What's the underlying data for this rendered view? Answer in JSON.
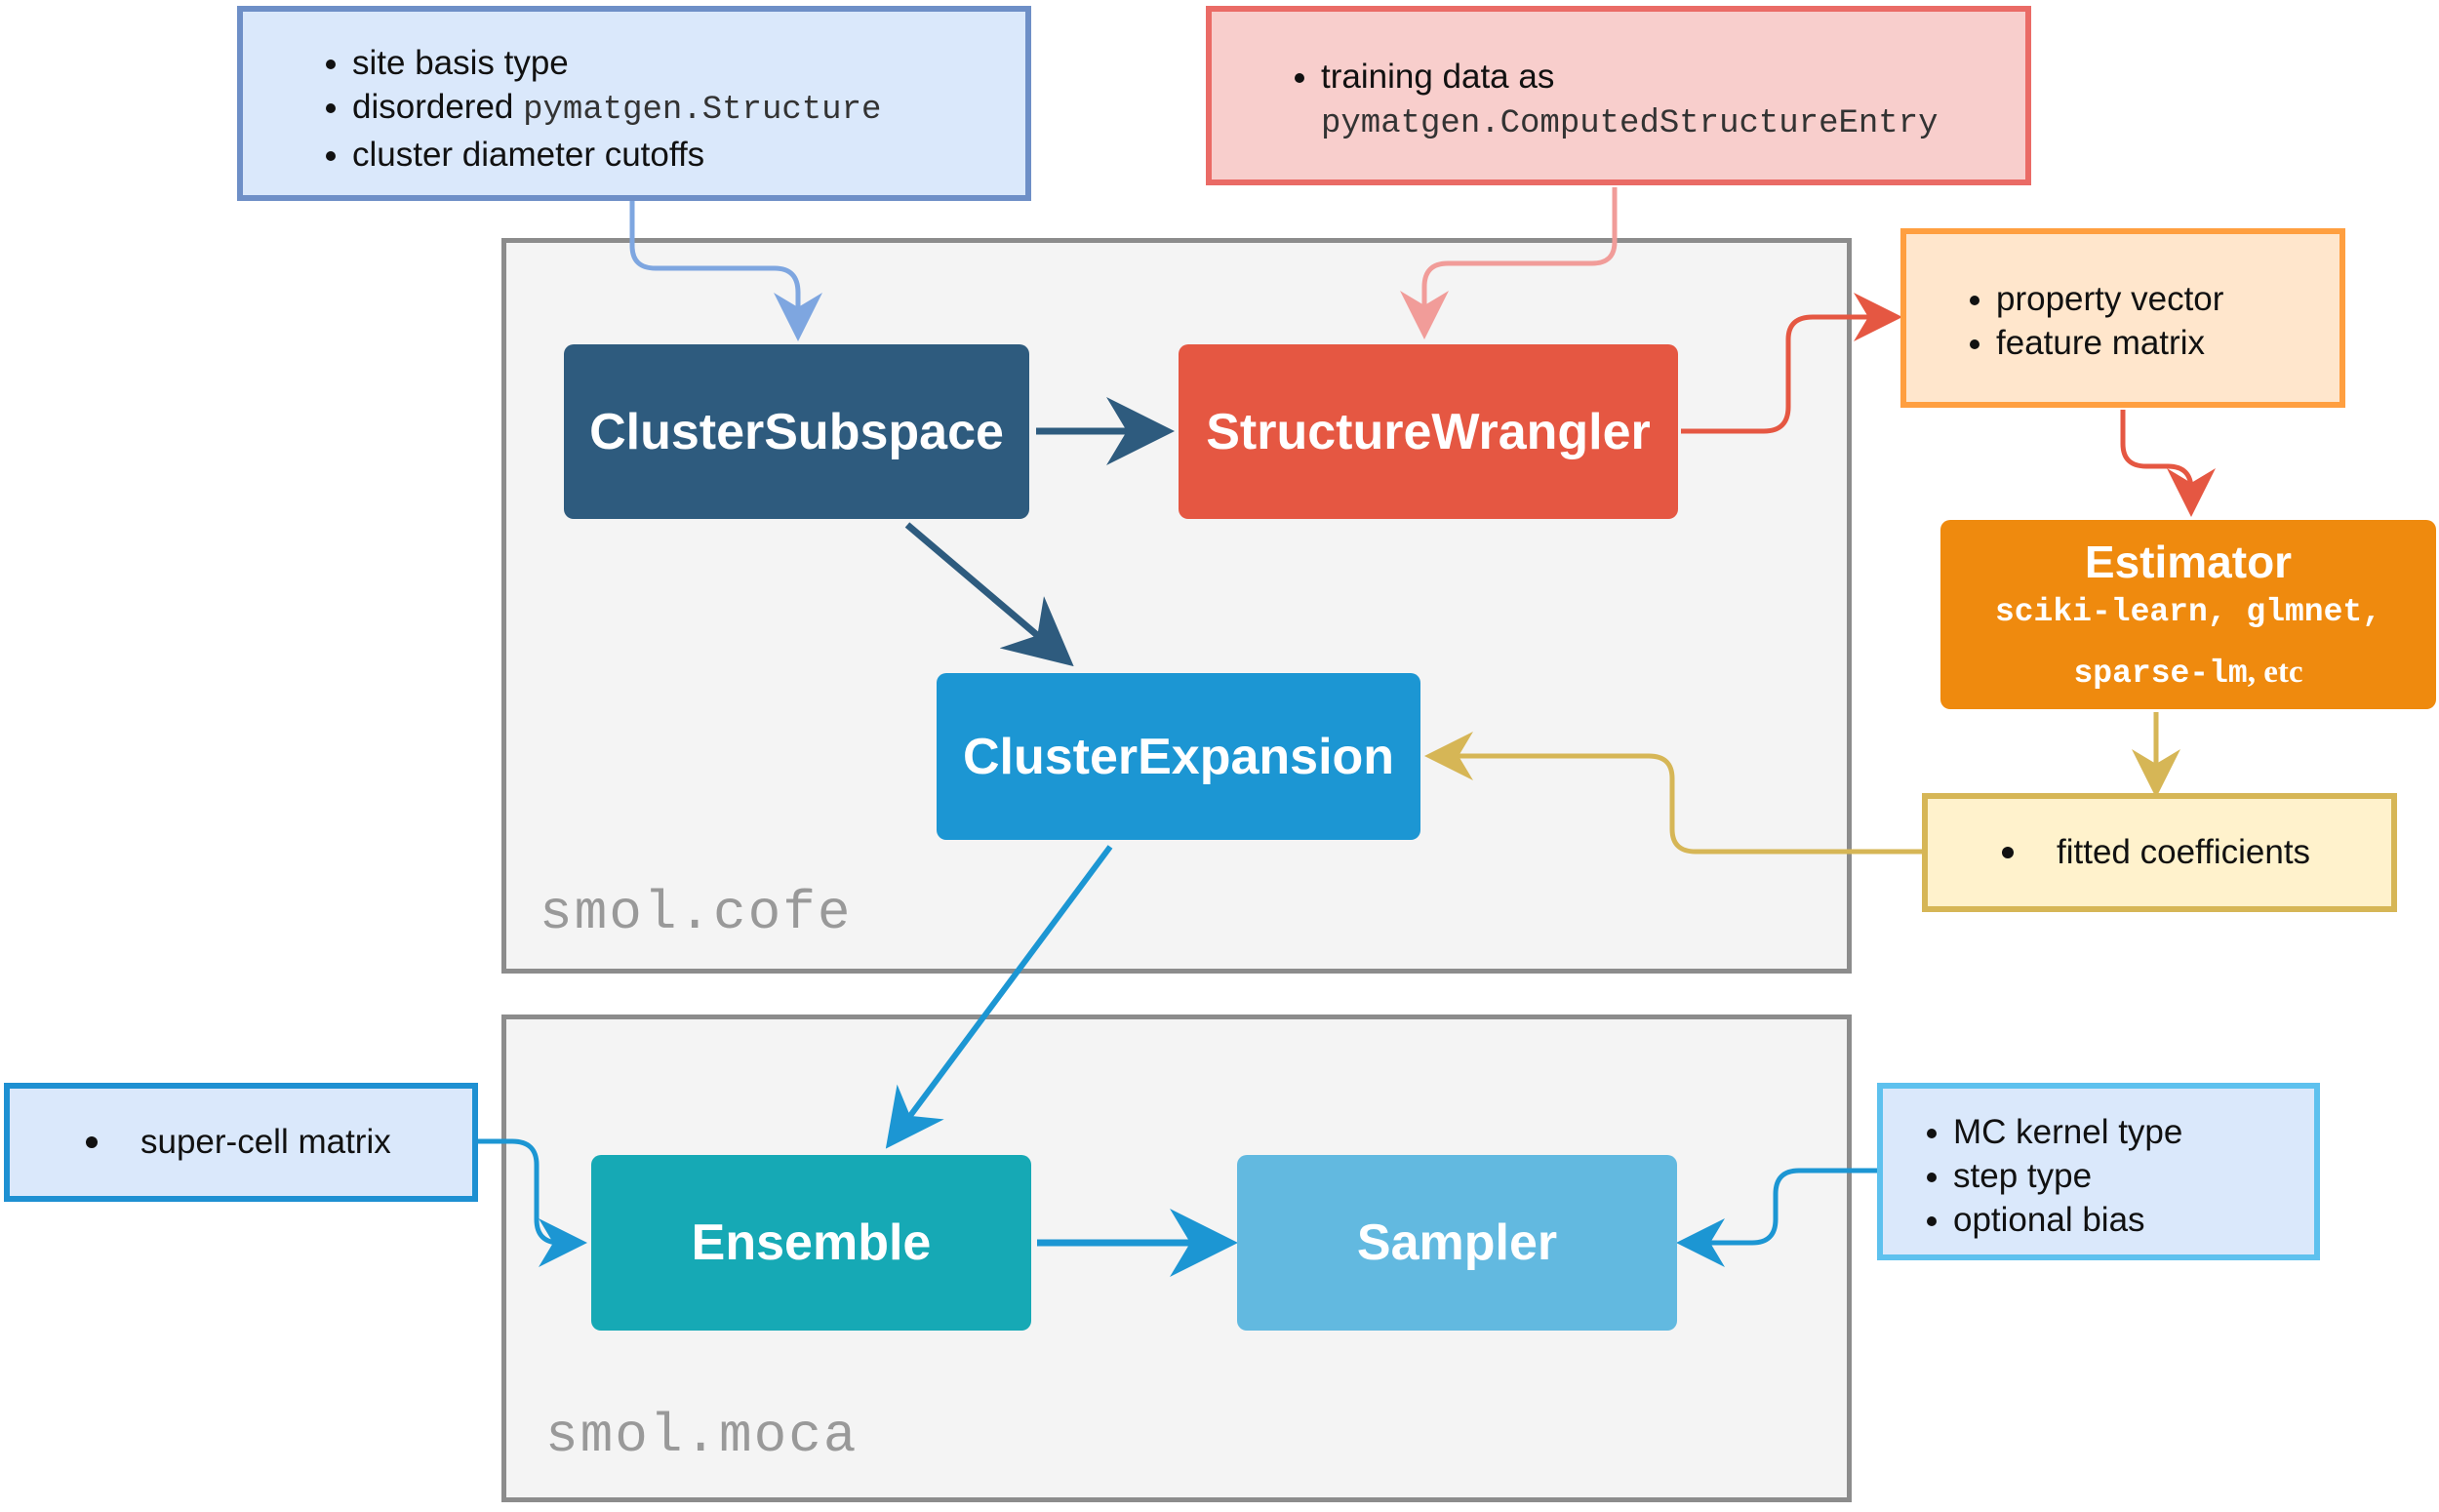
{
  "containers": {
    "cofe": {
      "label": "smol.cofe"
    },
    "moca": {
      "label": "smol.moca"
    }
  },
  "nodes": {
    "cluster_subspace": "ClusterSubspace",
    "structure_wrangler": "StructureWrangler",
    "cluster_expansion": "ClusterExpansion",
    "ensemble": "Ensemble",
    "sampler": "Sampler",
    "estimator": {
      "title": "Estimator",
      "libs_line1": "sciki-learn, glmnet,",
      "libs_line2": "sparse-lm",
      "libs_etc": ", etc"
    }
  },
  "notes": {
    "subspace_inputs": {
      "item1": "site basis type",
      "item2_text": "disordered ",
      "item2_code": "pymatgen.Structure",
      "item3": "cluster diameter cutoffs"
    },
    "training_data": {
      "text": "training data as",
      "code": "pymatgen.ComputedStructureEntry"
    },
    "wrangler_outputs": {
      "item1": "property vector",
      "item2": "feature matrix"
    },
    "fitted": {
      "item1": "fitted coefficients"
    },
    "supercell": {
      "item1": "super-cell matrix"
    },
    "sampler_inputs": {
      "item1": "MC kernel type",
      "item2": "step type",
      "item3": "optional bias"
    }
  },
  "colors": {
    "cluster_subspace": "#2e5b7e",
    "structure_wrangler": "#e55742",
    "cluster_expansion": "#1c96d3",
    "ensemble": "#16a9b5",
    "sampler": "#62b9e0",
    "estimator": "#ef8a0e",
    "note_blue_fill": "#dae8fb",
    "note_blue_border": "#6e8fc7",
    "note_red_fill": "#f8cecc",
    "note_red_border": "#ea6b66",
    "note_orange_fill": "#ffe6cc",
    "note_orange_border": "#ff9f40",
    "note_yellow_fill": "#fff2cc",
    "note_yellow_border": "#d6b656",
    "note_cyan_border": "#5ec1ee",
    "note_darkblue_border": "#1e90d2"
  }
}
